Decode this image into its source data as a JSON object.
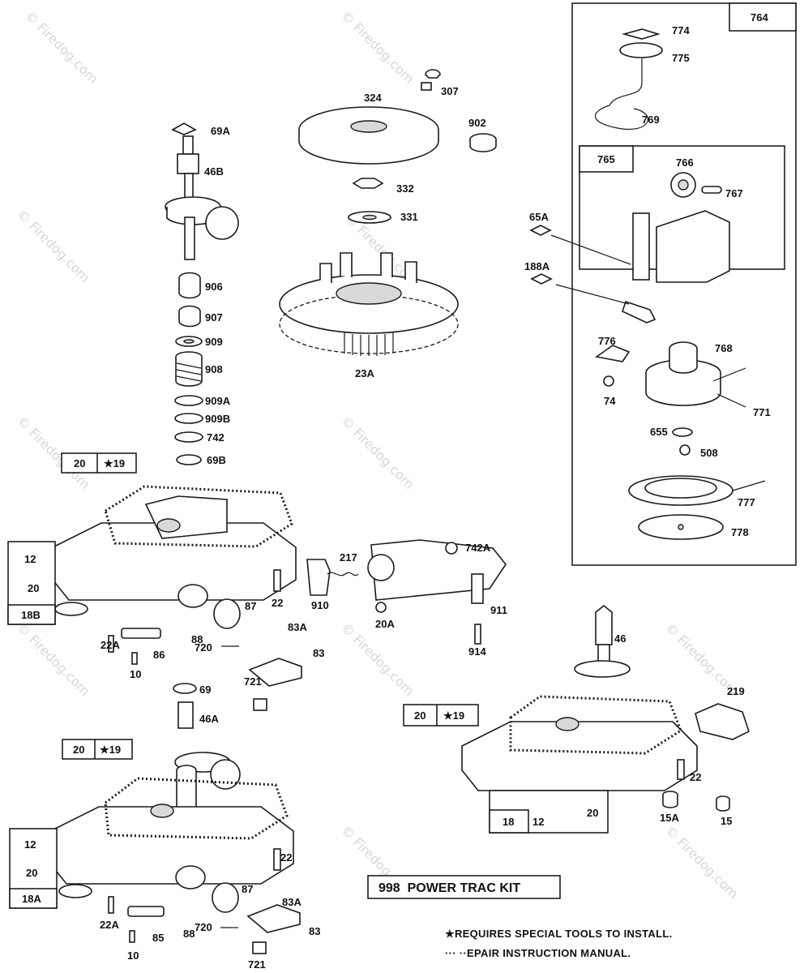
{
  "watermark": "© Firedog.com",
  "labels": {
    "l69a": "69A",
    "l46b": "46B",
    "l906": "906",
    "l907": "907",
    "l909": "909",
    "l908": "908",
    "l909a": "909A",
    "l909b": "909B",
    "l742": "742",
    "l69b": "69B",
    "l324": "324",
    "l307": "307",
    "l902": "902",
    "l332": "332",
    "l331": "331",
    "l23a": "23A",
    "l774": "774",
    "l775": "775",
    "l769": "769",
    "l766": "766",
    "l767": "767",
    "l65a": "65A",
    "l188a": "188A",
    "l776": "776",
    "l768": "768",
    "l74": "74",
    "l771": "771",
    "l655": "655",
    "l508": "508",
    "l777": "777",
    "l778": "778",
    "t12": "12",
    "t20": "20",
    "t22": "22",
    "t87": "87",
    "t22a": "22A",
    "t86": "86",
    "t88": "88",
    "t10": "10",
    "t83a": "83A",
    "t720": "720",
    "t83": "83",
    "t721": "721",
    "l217": "217",
    "l742a": "742A",
    "l910": "910",
    "l20a": "20A",
    "l911": "911",
    "l914": "914",
    "l69": "69",
    "l46a": "46A",
    "b12": "12",
    "b20": "20",
    "b22": "22",
    "b87": "87",
    "b22a": "22A",
    "b85": "85",
    "b88": "88",
    "b10": "10",
    "b83a": "83A",
    "b720": "720",
    "b83": "83",
    "b721": "721",
    "l46": "46",
    "l219": "219",
    "r22": "22",
    "r15a": "15A",
    "r15": "15",
    "r12": "12",
    "r20": "20"
  },
  "boxes": {
    "b764": "764",
    "b765": "765",
    "top_kit": {
      "left": "20",
      "right": "★19"
    },
    "b18b": "18B",
    "bottom_kit": {
      "left": "20",
      "right": "★19"
    },
    "b18a": "18A",
    "right_kit": {
      "left": "20",
      "right": "★19"
    },
    "b18": "18"
  },
  "kit_label": "998  POWER TRAC KIT",
  "notes": {
    "line1": "★REQUIRES SPECIAL TOOLS TO INSTALL.",
    "line2": "··· ··EPAIR INSTRUCTION MANUAL."
  }
}
